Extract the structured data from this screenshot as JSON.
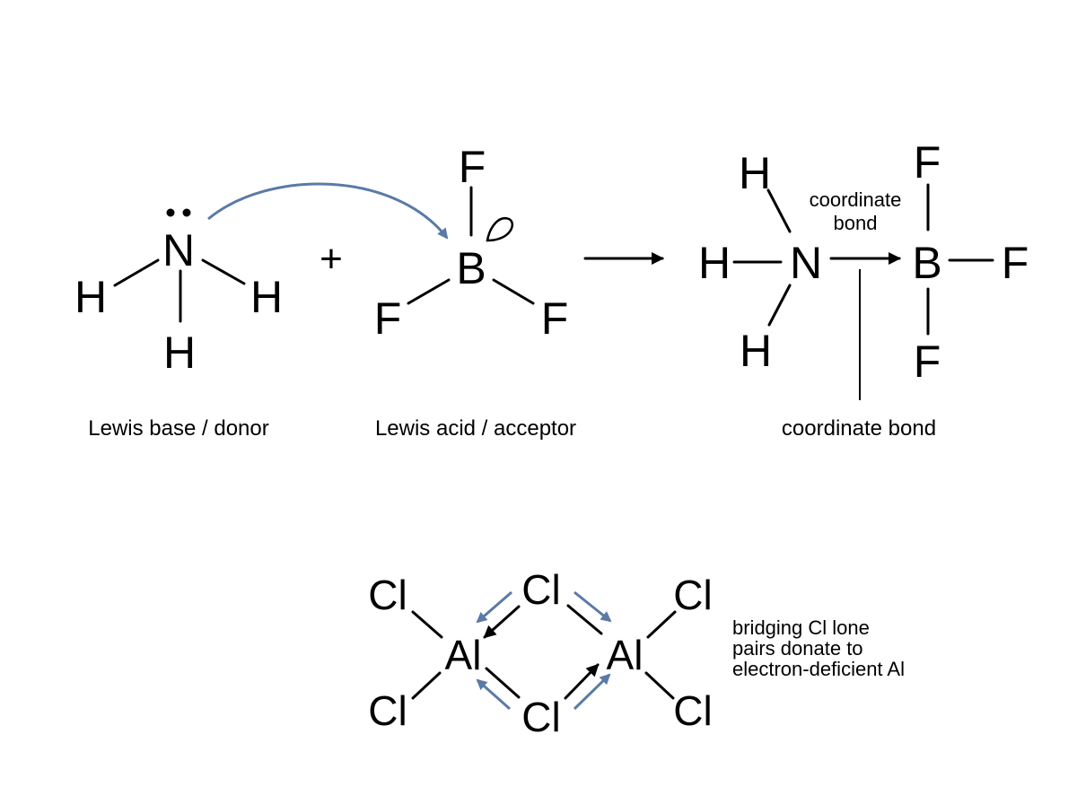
{
  "colors": {
    "accent": "#5b7aa6",
    "ink": "#000000",
    "background": "#ffffff"
  },
  "reactants": {
    "nh3": {
      "central": "N",
      "h_left": "H",
      "h_right": "H",
      "h_bottom": "H",
      "caption": "Lewis base / donor"
    },
    "plus": "+",
    "bf3": {
      "central": "B",
      "f_top": "F",
      "f_left": "F",
      "f_right": "F",
      "caption": "Lewis acid / acceptor"
    }
  },
  "adduct": {
    "n": "N",
    "b": "B",
    "h_top": "H",
    "h_left": "H",
    "h_bottom": "H",
    "f_top": "F",
    "f_right": "F",
    "f_bottom": "F",
    "bond_label_line1": "coordinate",
    "bond_label_line2": "bond",
    "caption": "coordinate bond"
  },
  "dimer": {
    "al_left": "Al",
    "al_right": "Al",
    "cl_bridge_top": "Cl",
    "cl_bridge_bottom": "Cl",
    "cl_left_top": "Cl",
    "cl_left_bottom": "Cl",
    "cl_right_top": "Cl",
    "cl_right_bottom": "Cl",
    "note_line1": "bridging Cl lone",
    "note_line2": "pairs donate to",
    "note_line3": "electron-deficient Al"
  }
}
